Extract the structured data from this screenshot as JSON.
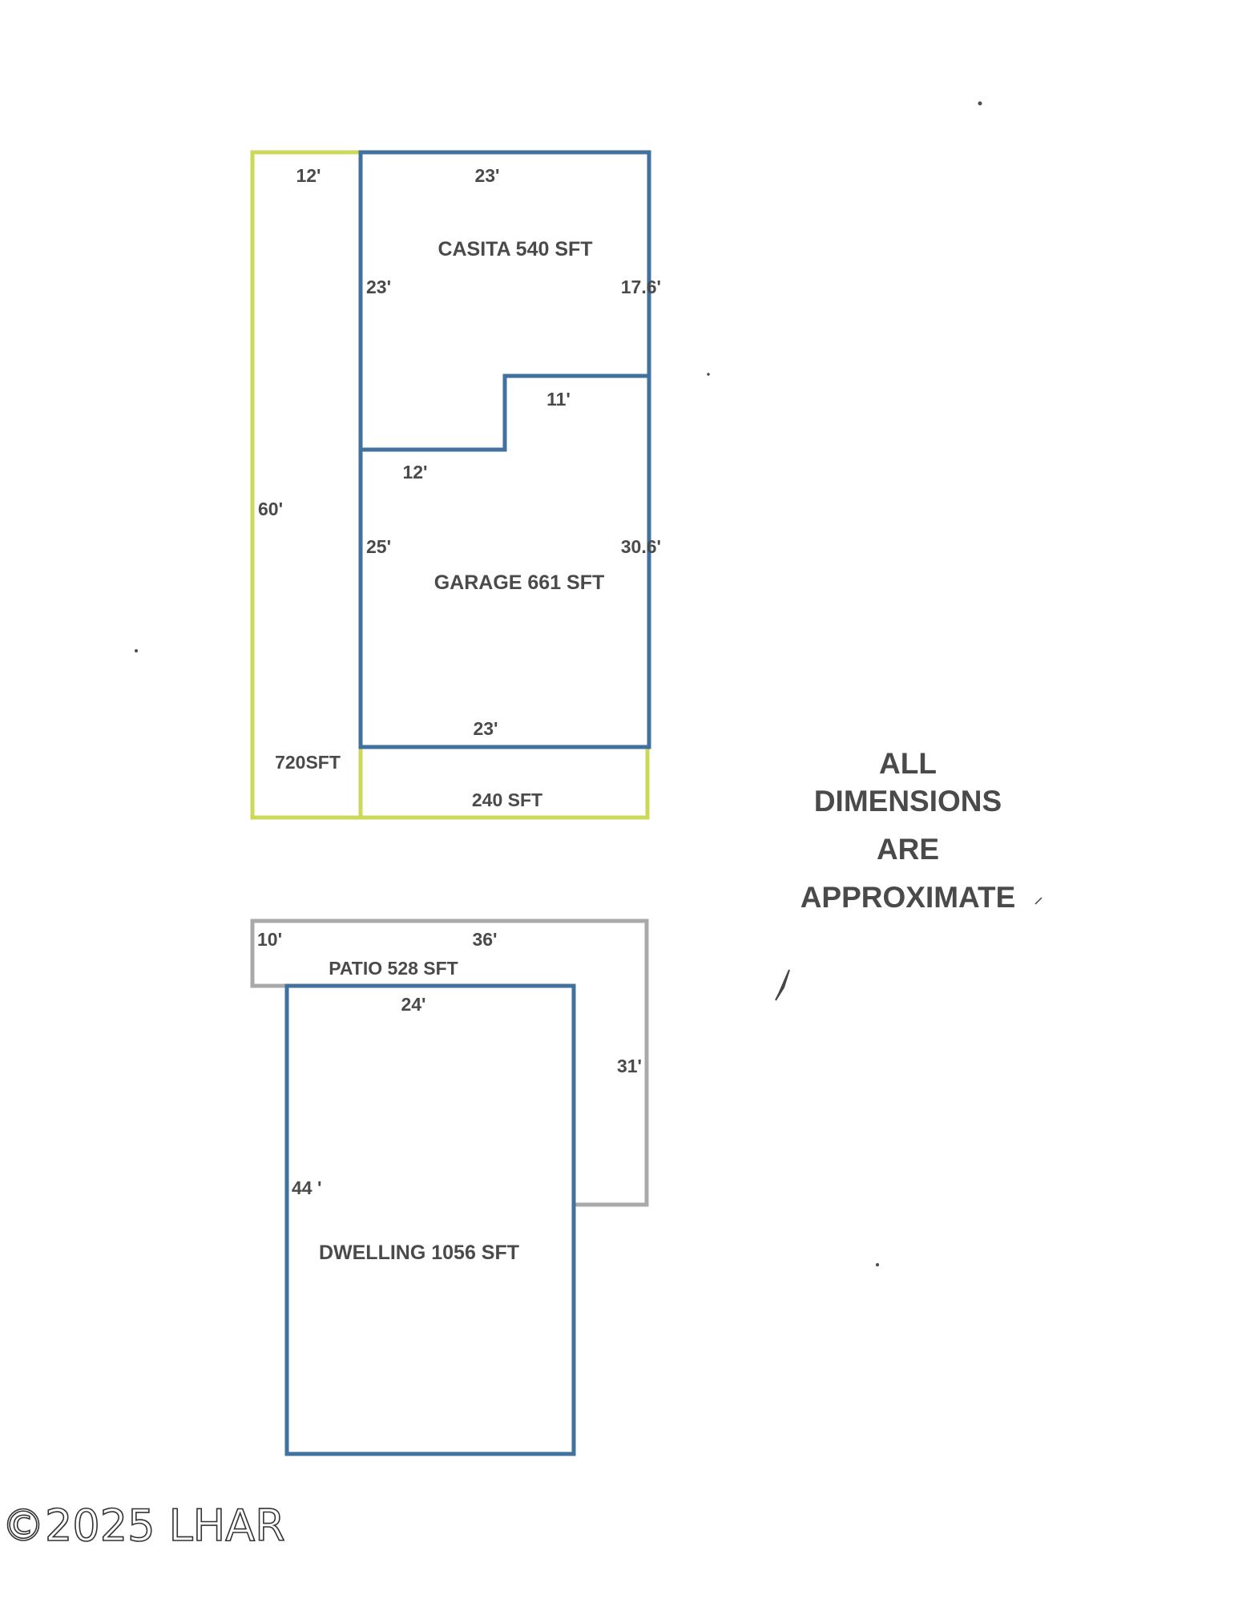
{
  "colors": {
    "yellow": "#ccd85a",
    "blue": "#41729f",
    "gray": "#a9a9a9",
    "text": "#4a4a4a"
  },
  "labels": {
    "yard_top": "12'",
    "casita_top": "23'",
    "casita_name": "CASITA 540 SFT",
    "casita_left": "23'",
    "casita_right": "17.6'",
    "step_top": "11'",
    "step_bottom": "12'",
    "yard_left": "60'",
    "garage_left": "25'",
    "garage_right": "30.6'",
    "garage_name": "GARAGE 661 SFT",
    "garage_bottom": "23'",
    "yard_area": "720SFT",
    "bottom_area": "240 SFT",
    "patio_left": "10'",
    "patio_top": "36'",
    "patio_name": "PATIO 528 SFT",
    "dwelling_top": "24'",
    "patio_right": "31'",
    "dwelling_left": "44 '",
    "dwelling_name": "DWELLING 1056 SFT"
  },
  "note": {
    "line1": "ALL",
    "line2": "DIMENSIONS",
    "line3": "ARE",
    "line4": "APPROXIMATE"
  },
  "watermark": "©2025 LHAR"
}
